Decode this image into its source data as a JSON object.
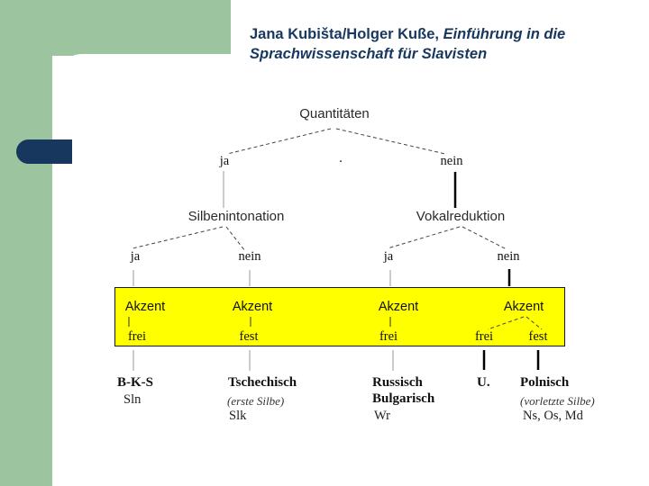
{
  "colors": {
    "green": "#9CC49E",
    "navy": "#17375E",
    "highlight_yellow": "#FFFF00"
  },
  "header": {
    "author": "Jana Kubišta/Holger Kuße,",
    "title_italic_line1": "Einführung in die",
    "title_italic_line2": "Sprachwissenschaft für Slavisten"
  },
  "tree": {
    "root": "Quantitäten",
    "root_child_left": "ja",
    "separator_dot": ".",
    "root_child_right": "nein",
    "level2_left": "Silbenintonation",
    "level2_right": "Vokalreduktion",
    "level3": [
      "ja",
      "nein",
      "ja",
      "nein"
    ]
  },
  "band": {
    "akzent_labels": [
      "Akzent",
      "Akzent",
      "Akzent",
      "Akzent"
    ],
    "values": [
      "frei",
      "fest",
      "frei",
      "frei",
      "fest"
    ]
  },
  "languages": [
    {
      "name": "B-K-S",
      "abbrev": "Sln"
    },
    {
      "name": "Tschechisch",
      "note": "(erste Silbe)",
      "abbrev": "Slk"
    },
    {
      "name": "Russisch",
      "name2": "Bulgarisch",
      "abbrev": "Wr"
    },
    {
      "name": "U."
    },
    {
      "name": "Polnisch",
      "note": "(vorletzte Silbe)",
      "abbrev": "Ns, Os, Md"
    }
  ]
}
